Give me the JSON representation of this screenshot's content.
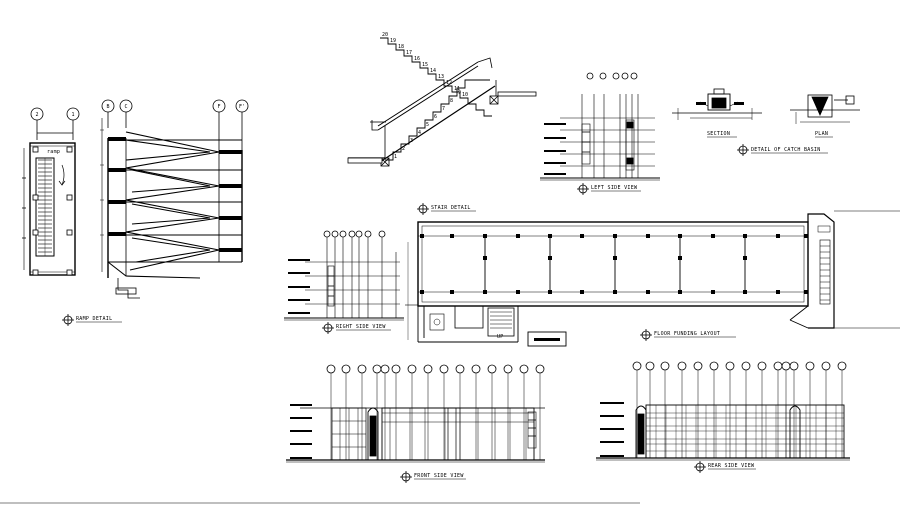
{
  "drawing": {
    "titles": {
      "ramp_detail": "RAMP DETAIL",
      "stair_detail": "STAIR DETAIL",
      "left_side_view": "LEFT SIDE VIEW",
      "right_side_view": "RIGHT SIDE VIEW",
      "floor_plan": "FLOOR FUNDING LAYOUT",
      "front_side_view": "FRONT SIDE VIEW",
      "rear_side_view": "REAR SIDE VIEW",
      "catch_basin_detail": "DETAIL OF CATCH BASIN",
      "section": "SECTION",
      "plan": "PLAN"
    },
    "ramp_label": "ramp",
    "ramp_grid_top": [
      "2",
      "1"
    ],
    "ramp_elev_grid": [
      "B",
      "C",
      "F",
      "F'"
    ],
    "stair_steps_upper": [
      "20",
      "19",
      "18",
      "17",
      "16",
      "15",
      "14",
      "13",
      "12",
      "11",
      "10"
    ],
    "stair_steps_lower": [
      "9",
      "8",
      "7",
      "6",
      "5",
      "4",
      "3",
      "2",
      "1"
    ],
    "plan_room_label": "UP"
  }
}
